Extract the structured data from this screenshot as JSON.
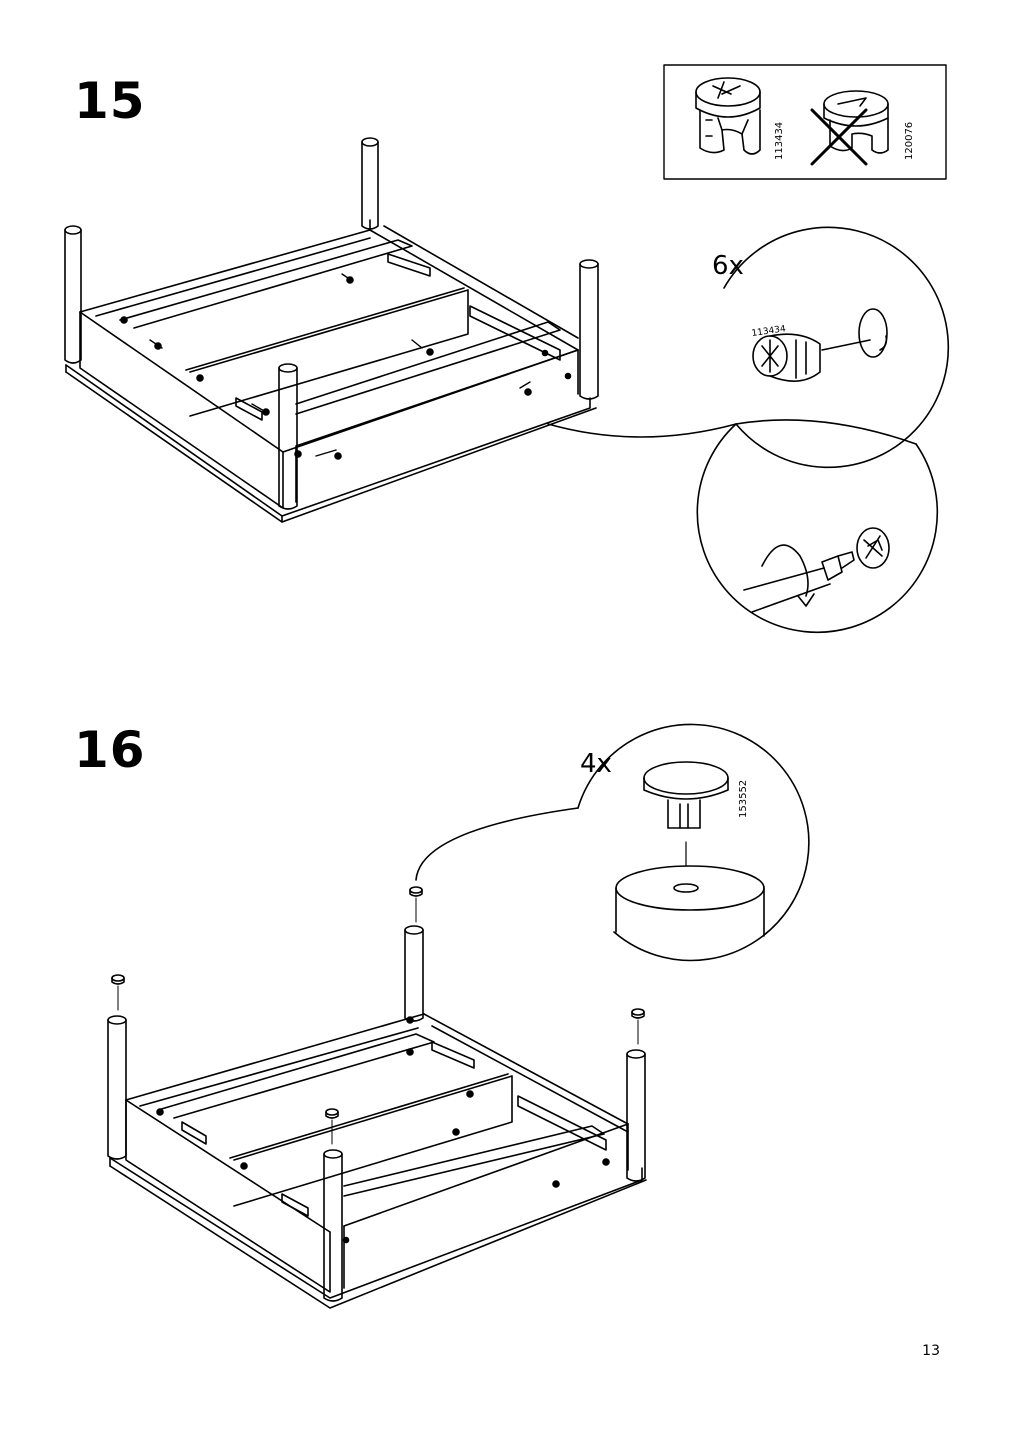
{
  "page_number": "13",
  "steps": [
    {
      "number": "15",
      "quantity": "6x",
      "part_code": "113434",
      "check_box": {
        "correct_code": "113434",
        "wrong_code": "120076"
      }
    },
    {
      "number": "16",
      "quantity": "4x",
      "part_code": "153552"
    }
  ]
}
